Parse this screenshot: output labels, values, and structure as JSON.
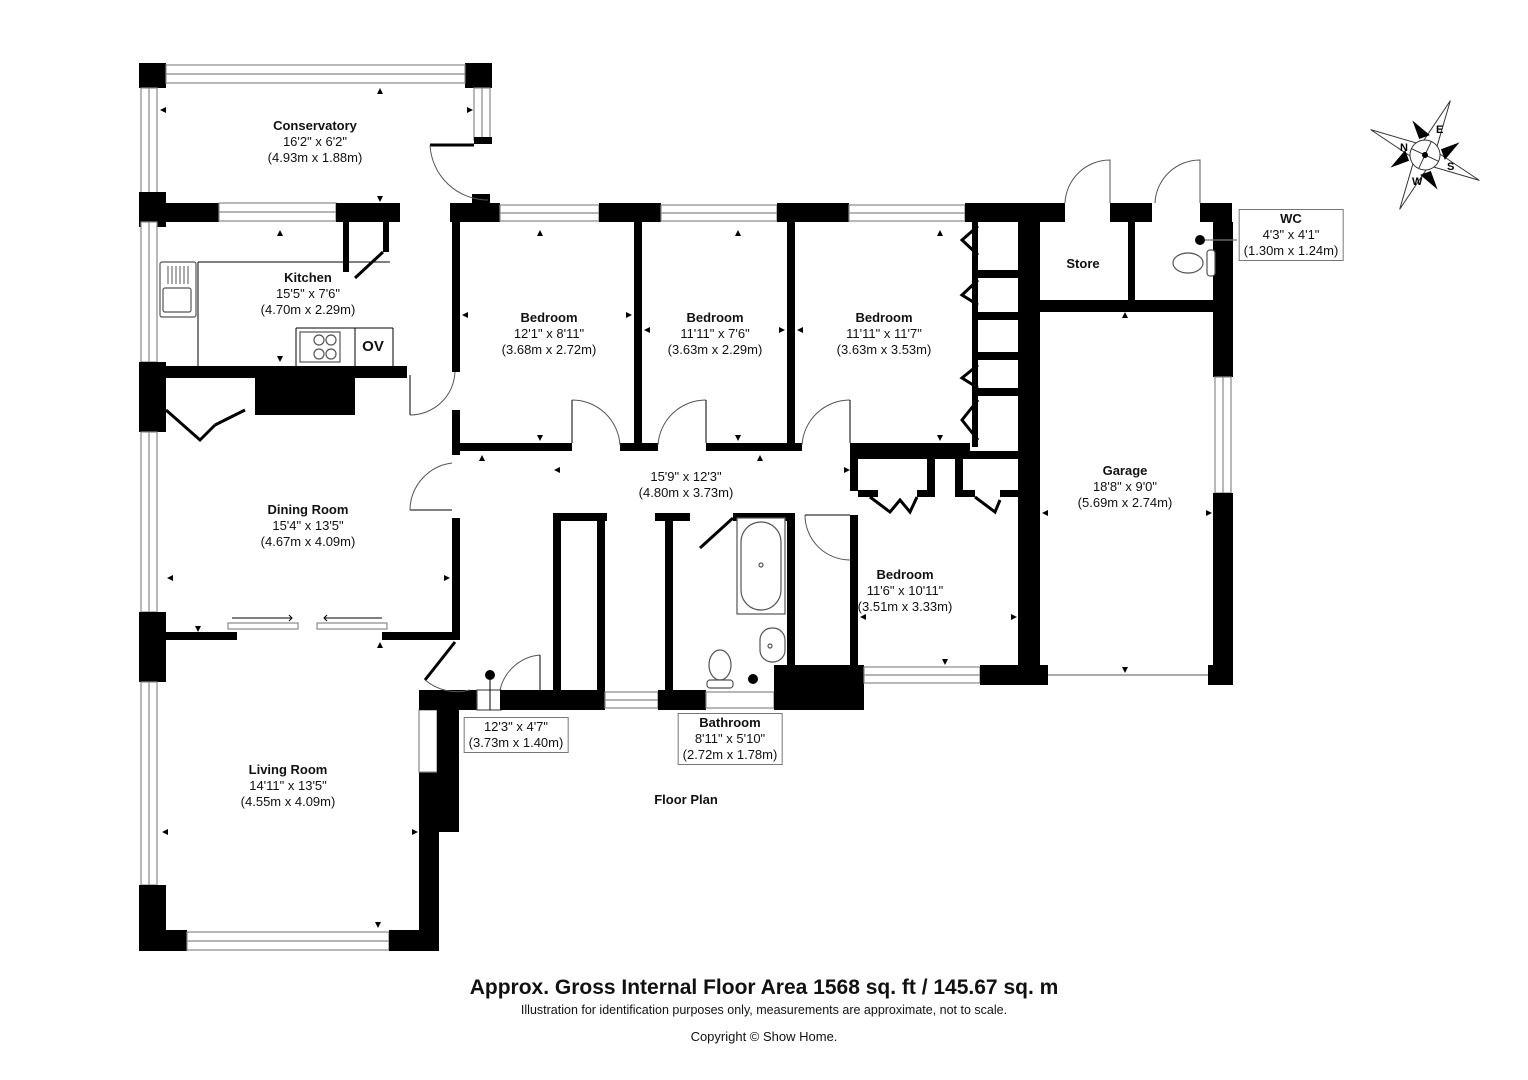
{
  "plan_title": "Floor Plan",
  "rooms": {
    "conservatory": {
      "name": "Conservatory",
      "imperial": "16'2\" x 6'2\"",
      "metric": "(4.93m x 1.88m)"
    },
    "kitchen": {
      "name": "Kitchen",
      "imperial": "15'5\" x 7'6\"",
      "metric": "(4.70m x 2.29m)",
      "appliance_label": "OV"
    },
    "dining_room": {
      "name": "Dining Room",
      "imperial": "15'4\" x 13'5\"",
      "metric": "(4.67m x 4.09m)"
    },
    "living_room": {
      "name": "Living Room",
      "imperial": "14'11\" x 13'5\"",
      "metric": "(4.55m x 4.09m)"
    },
    "bedroom_1": {
      "name": "Bedroom",
      "imperial": "12'1\" x 8'11\"",
      "metric": "(3.68m x 2.72m)"
    },
    "bedroom_2": {
      "name": "Bedroom",
      "imperial": "11'11\" x 7'6\"",
      "metric": "(3.63m x 2.29m)"
    },
    "bedroom_3": {
      "name": "Bedroom",
      "imperial": "11'11\" x 11'7\"",
      "metric": "(3.63m x 3.53m)"
    },
    "bedroom_4": {
      "name": "Bedroom",
      "imperial": "11'6\" x 10'11\"",
      "metric": "(3.51m x 3.33m)"
    },
    "hallway": {
      "imperial": "15'9\" x 12'3\"",
      "metric": "(4.80m x 3.73m)"
    },
    "porch": {
      "imperial": "12'3\" x 4'7\"",
      "metric": "(3.73m x 1.40m)"
    },
    "bathroom": {
      "name": "Bathroom",
      "imperial": "8'11\" x 5'10\"",
      "metric": "(2.72m x 1.78m)"
    },
    "store": {
      "name": "Store"
    },
    "wc": {
      "name": "WC",
      "imperial": "4'3\" x 4'1\"",
      "metric": "(1.30m x 1.24m)"
    },
    "garage": {
      "name": "Garage",
      "imperial": "18'8\" x 9'0\"",
      "metric": "(5.69m x 2.74m)"
    }
  },
  "compass": {
    "n": "N",
    "e": "E",
    "s": "S",
    "w": "W"
  },
  "footer": {
    "area": "Approx. Gross Internal Floor Area 1568 sq. ft / 145.67 sq. m",
    "disclaimer": "Illustration for identification purposes only, measurements are approximate, not to scale.",
    "copyright": "Copyright © Show Home."
  },
  "colors": {
    "wall": "#000000",
    "window_line": "#888888",
    "background": "#ffffff"
  }
}
